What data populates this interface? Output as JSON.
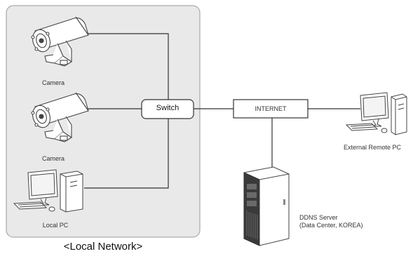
{
  "network": {
    "local_network_caption": "<Local Network>",
    "switch_label": "Switch",
    "internet_label": "INTERNET"
  },
  "devices": {
    "camera_1_label": "Camera",
    "camera_2_label": "Camera",
    "local_pc_label": "Local PC",
    "remote_pc_label": "External Remote PC",
    "ddns_label_line1": "DDNS Server",
    "ddns_label_line2": "(Data Center, KOREA)"
  },
  "colors": {
    "local_panel_fill": "#e9e9e9",
    "local_panel_stroke": "#9a9a9a",
    "line": "#333333",
    "device_stroke": "#444444",
    "server_fill": "#3a3a3a"
  }
}
